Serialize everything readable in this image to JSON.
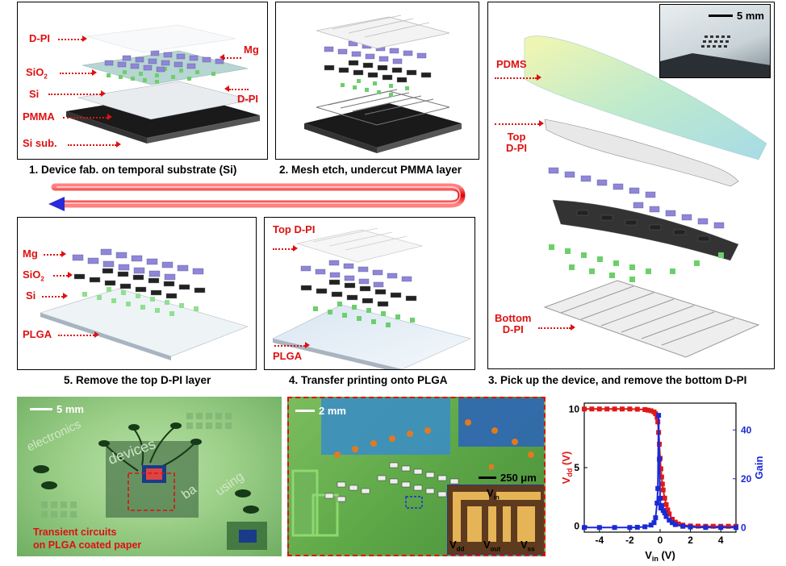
{
  "panels": {
    "p1": {
      "caption": "1. Device fab. on temporal substrate (Si)",
      "labels": {
        "dpi": "D-PI",
        "sio2": "SiO",
        "sio2_sub": "2",
        "si": "Si",
        "pmma": "PMMA",
        "si_sub": "Si sub.",
        "mg": "Mg",
        "dpi_right": "D-PI"
      }
    },
    "p2": {
      "caption": "2. Mesh etch, undercut PMMA layer"
    },
    "p3": {
      "caption": "3. Pick up the device, and remove the bottom D-PI",
      "labels": {
        "pdms": "PDMS",
        "top": "Top",
        "top2": "D-PI",
        "bottom": "Bottom",
        "bottom2": "D-PI"
      },
      "scale": "5 mm"
    },
    "p4": {
      "caption": "4. Transfer printing onto PLGA",
      "labels": {
        "top_dpi": "Top D-PI",
        "plga": "PLGA"
      }
    },
    "p5": {
      "caption": "5. Remove the top D-PI layer",
      "labels": {
        "mg": "Mg",
        "sio2": "SiO",
        "sio2_sub": "2",
        "si": "Si",
        "plga": "PLGA"
      }
    },
    "photo1": {
      "scale": "5 mm",
      "text1": "Transient circuits",
      "text2": "on PLGA coated  paper",
      "bg_words": [
        "devices",
        "electronics",
        "using",
        "ba"
      ]
    },
    "photo2": {
      "scale": "2 mm",
      "scale_small": "250 μm",
      "inset": {
        "vin": "V",
        "vin_sub": "in",
        "vdd": "V",
        "vdd_sub": "dd",
        "vout": "V",
        "vout_sub": "out",
        "vss": "V",
        "vss_sub": "ss"
      }
    }
  },
  "colors": {
    "accent_red": "#d11111",
    "mg_purple": "#8e86d6",
    "si_green": "#5fcf5f",
    "gain_blue": "#1a2ad6",
    "vout_red": "#e01818"
  },
  "chart_data": {
    "type": "scatter",
    "xlabel": "V",
    "xlabel_sub": "in",
    "xlabel_unit": " (V)",
    "ylabel_left": "V",
    "ylabel_left_sub": "dd",
    "ylabel_left_unit": " (V)",
    "ylabel_right": "Gain",
    "xlim": [
      -5,
      5
    ],
    "ylim_left": [
      -0.5,
      10.5
    ],
    "ylim_right": [
      -1.9,
      51
    ],
    "xticks": [
      "-4",
      "-2",
      "0",
      "2",
      "4"
    ],
    "xtick_values": [
      -4,
      -2,
      0,
      2,
      4
    ],
    "yticks_left": [
      "0",
      "5",
      "10"
    ],
    "ytick_values_left": [
      0,
      5,
      10
    ],
    "yticks_right": [
      "0",
      "20",
      "40"
    ],
    "ytick_values_right": [
      0,
      20,
      40
    ],
    "series": [
      {
        "axis": "left",
        "color": "#e01818",
        "x": [
          -5,
          -4.5,
          -4,
          -3.5,
          -3,
          -2.5,
          -2,
          -1.5,
          -1,
          -0.8,
          -0.6,
          -0.4,
          -0.3,
          -0.2,
          -0.15,
          -0.1,
          -0.05,
          0,
          0.05,
          0.1,
          0.15,
          0.2,
          0.3,
          0.4,
          0.5,
          0.6,
          0.8,
          1.0,
          1.2,
          1.5,
          2,
          2.5,
          3,
          3.5,
          4,
          4.5,
          5
        ],
        "y": [
          10,
          10,
          10,
          10,
          10,
          10,
          10,
          9.98,
          9.95,
          9.9,
          9.85,
          9.75,
          9.6,
          9.3,
          8.9,
          8.0,
          7.0,
          5.8,
          4.9,
          4.2,
          3.6,
          3.1,
          2.4,
          1.85,
          1.4,
          1.05,
          0.6,
          0.35,
          0.2,
          0.1,
          0.03,
          0.01,
          0,
          0,
          0,
          0,
          0
        ]
      },
      {
        "axis": "right",
        "color": "#1a2ad6",
        "x": [
          -5,
          -4,
          -3,
          -2,
          -1.5,
          -1,
          -0.6,
          -0.4,
          -0.3,
          -0.2,
          -0.15,
          -0.1,
          -0.05,
          0,
          0.05,
          0.1,
          0.2,
          0.3,
          0.4,
          0.6,
          0.8,
          1.0,
          1.5,
          2,
          3,
          4,
          5
        ],
        "y": [
          0,
          0,
          0,
          0,
          0.1,
          0.3,
          1.0,
          2.0,
          4.0,
          10,
          16,
          46,
          28,
          12,
          8,
          9,
          7,
          6,
          4.5,
          3,
          2,
          1.2,
          0.5,
          0.2,
          0,
          0,
          0
        ]
      }
    ]
  }
}
